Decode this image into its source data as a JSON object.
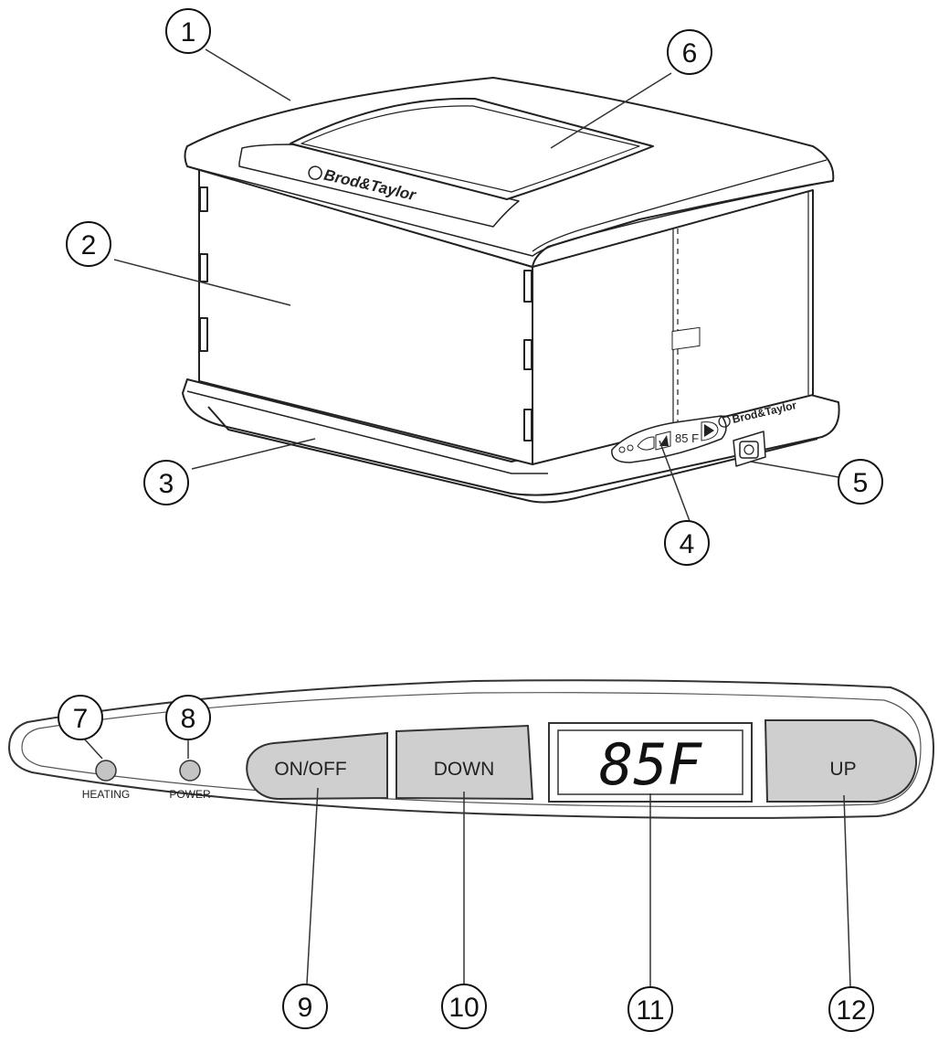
{
  "product": {
    "brand_front": "Brod&Taylor",
    "brand_base": "Brod&Taylor",
    "mini_display": "85 F"
  },
  "callouts": [
    {
      "id": "c1",
      "number": "1"
    },
    {
      "id": "c2",
      "number": "2"
    },
    {
      "id": "c3",
      "number": "3"
    },
    {
      "id": "c4",
      "number": "4"
    },
    {
      "id": "c5",
      "number": "5"
    },
    {
      "id": "c6",
      "number": "6"
    },
    {
      "id": "c7",
      "number": "7"
    },
    {
      "id": "c8",
      "number": "8"
    },
    {
      "id": "c9",
      "number": "9"
    },
    {
      "id": "c10",
      "number": "10"
    },
    {
      "id": "c11",
      "number": "11"
    },
    {
      "id": "c12",
      "number": "12"
    }
  ],
  "panel": {
    "heating_label": "HEATING",
    "power_label": "POWER",
    "onoff_label": "ON/OFF",
    "down_label": "DOWN",
    "display_value": "85F",
    "up_label": "UP"
  },
  "colors": {
    "button_fill": "#cfcfcf",
    "outline": "#3a3a3a",
    "led_fill": "#c4c4c4"
  }
}
